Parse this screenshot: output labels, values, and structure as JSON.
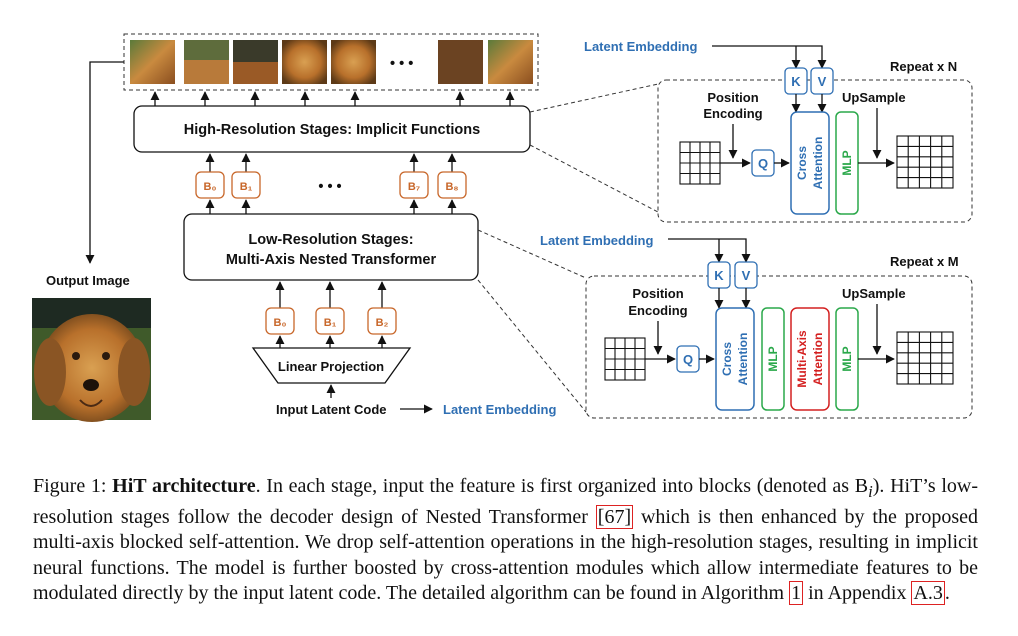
{
  "diagram": {
    "high_res_label": "High-Resolution Stages: Implicit Functions",
    "low_res_label_1": "Low-Resolution Stages:",
    "low_res_label_2": "Multi-Axis Nested Transformer",
    "linear_projection": "Linear Projection",
    "input_latent_code": "Input Latent Code",
    "latent_embedding": "Latent Embedding",
    "output_image": "Output Image",
    "ellipsis": "• • •",
    "high_blocks": [
      "B₀",
      "B₁",
      "B₇",
      "B₈"
    ],
    "low_blocks": [
      "B₀",
      "B₁",
      "B₂"
    ],
    "top_module": {
      "latent": "Latent Embedding",
      "repeat": "Repeat x N",
      "position_1": "Position",
      "position_2": "Encoding",
      "upsample": "UpSample",
      "k": "K",
      "v": "V",
      "q": "Q",
      "cross_1": "Cross",
      "cross_2": "Attention",
      "mlp": "MLP"
    },
    "bottom_module": {
      "latent": "Latent Embedding",
      "repeat": "Repeat x M",
      "position_1": "Position",
      "position_2": "Encoding",
      "upsample": "UpSample",
      "k": "K",
      "v": "V",
      "q": "Q",
      "cross_1": "Cross",
      "cross_2": "Attention",
      "mlp1": "MLP",
      "mlp2": "MLP",
      "multi_1": "Multi-Axis",
      "multi_2": "Attention"
    },
    "colors": {
      "blue": "#2f6fb3",
      "orange": "#c8672a",
      "green": "#2aa84a",
      "red": "#d42020"
    }
  },
  "caption": {
    "prefix": "Figure 1: ",
    "title": "HiT architecture",
    "text_1": ". In each stage, input the feature is first organized into blocks (denoted as B",
    "sub_i": "i",
    "text_2": "). HiT’s low-resolution stages follow the decoder design of Nested Transformer ",
    "ref_67": "[67]",
    "text_3": " which is then enhanced by the proposed multi-axis blocked self-attention. We drop self-attention operations in the high-resolution stages, resulting in implicit neural functions. The model is further boosted by cross-attention modules which allow intermediate features to be modulated directly by the input latent code. The detailed algorithm can be found in Algorithm ",
    "ref_alg": "1",
    "text_4": " in Appendix ",
    "ref_app": "A.3",
    "text_5": "."
  }
}
